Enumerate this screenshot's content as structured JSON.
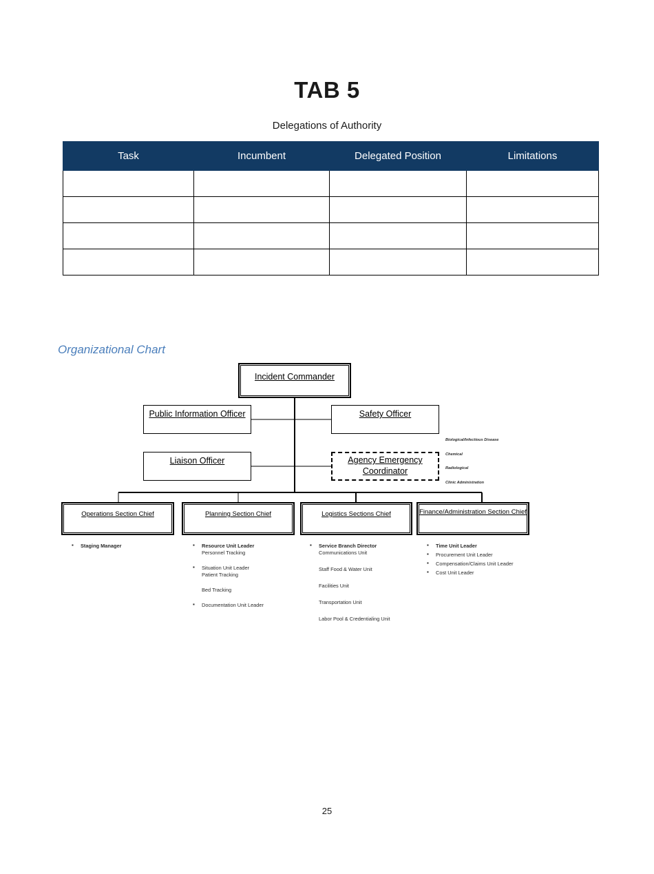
{
  "document": {
    "tab_title": "TAB 5",
    "subtitle": "Delegations of Authority",
    "page_number": "25"
  },
  "delegations_table": {
    "headers": [
      "Task",
      "Incumbent",
      "Delegated Position",
      "Limitations"
    ],
    "rows": [
      [
        "",
        "",
        "",
        ""
      ],
      [
        "",
        "",
        "",
        ""
      ],
      [
        "",
        "",
        "",
        ""
      ],
      [
        "",
        "",
        "",
        ""
      ]
    ]
  },
  "org_chart": {
    "heading": "Organizational Chart",
    "heading_color": "#4A7EBB",
    "nodes": {
      "incident_commander": "Incident Commander",
      "public_information_officer": "Public Information Officer",
      "safety_officer": "Safety Officer",
      "liaison_officer": "Liaison Officer",
      "agency_emergency_coordinator": "Agency Emergency Coordinator",
      "operations_section_chief": "Operations Section Chief",
      "planning_section_chief": "Planning Section Chief",
      "logistics_sections_chief": "Logistics Sections Chief",
      "finance_admin_section_chief": "Finance/Administration Section Chief"
    },
    "hazards": [
      "Biological/Infectious Disease",
      "Chemical",
      "Radiological",
      "Clinic Administration"
    ],
    "units": {
      "operations": [
        {
          "head": "Staging Manager",
          "sub": ""
        }
      ],
      "planning": [
        {
          "head": "Resource Unit Leader",
          "sub": "Personnel Tracking"
        },
        {
          "head": "Situation Unit Leader",
          "sub": "Patient Tracking"
        },
        {
          "head": "",
          "sub": "Bed Tracking"
        },
        {
          "head": "Documentation Unit Leader",
          "sub": ""
        }
      ],
      "logistics": [
        {
          "head": "Service Branch Director",
          "sub": "Communications Unit"
        },
        {
          "head": "",
          "sub": "Staff Food & Water Unit"
        },
        {
          "head": "",
          "sub": "Facilities Unit"
        },
        {
          "head": "",
          "sub": "Transportation Unit"
        },
        {
          "head": "",
          "sub": "Labor Pool & Credentialing Unit"
        }
      ],
      "finance": [
        {
          "head": "Time Unit Leader",
          "sub": ""
        },
        {
          "head": "Procurement Unit Leader",
          "sub": ""
        },
        {
          "head": "Compensation/Claims Unit Leader",
          "sub": ""
        },
        {
          "head": "Cost Unit Leader",
          "sub": ""
        }
      ]
    }
  },
  "colors": {
    "table_header_bg": "#123A63",
    "table_header_text": "#FFFFFF",
    "heading_blue": "#4A7EBB"
  }
}
